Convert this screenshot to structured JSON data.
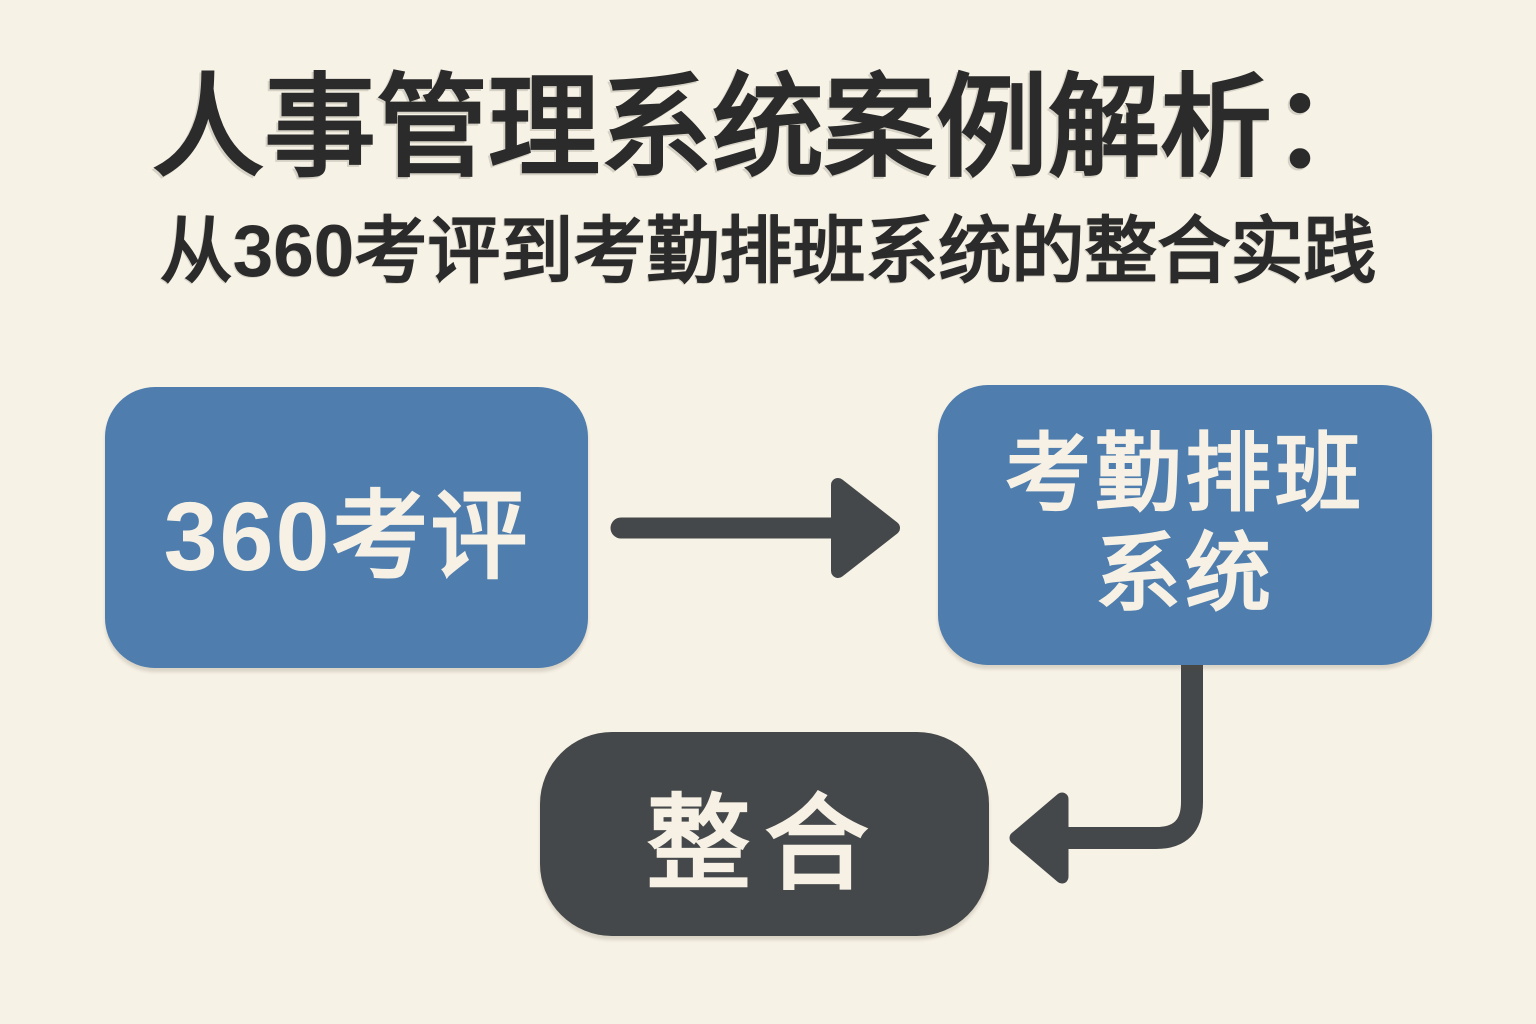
{
  "header": {
    "title": "人事管理系统案例解析：",
    "subtitle": "从360考评到考勤排班系统的整合实践"
  },
  "colors": {
    "background": "#f7f2e6",
    "title_text": "#2b2b2b",
    "node_blue": "#4e7dae",
    "node_dark": "#45484a",
    "node_label_text": "#f6f1e4",
    "arrow": "#45484a"
  },
  "diagram": {
    "nodes": [
      {
        "id": "360-review",
        "label": "360考评",
        "shape": "rounded-rect",
        "color": "blue"
      },
      {
        "id": "attendance-system",
        "label": "考勤排班系统",
        "label_line1": "考勤排班",
        "label_line2": "系统",
        "shape": "rounded-rect",
        "color": "blue"
      },
      {
        "id": "integration",
        "label": "整合",
        "shape": "pill",
        "color": "dark"
      }
    ],
    "connectors": [
      {
        "id": "arrow-1",
        "from": "360-review",
        "to": "attendance-system",
        "style": "straight",
        "direction": "right"
      },
      {
        "id": "arrow-2",
        "from": "attendance-system",
        "to": "integration",
        "style": "elbow",
        "direction": "down-left"
      }
    ]
  }
}
